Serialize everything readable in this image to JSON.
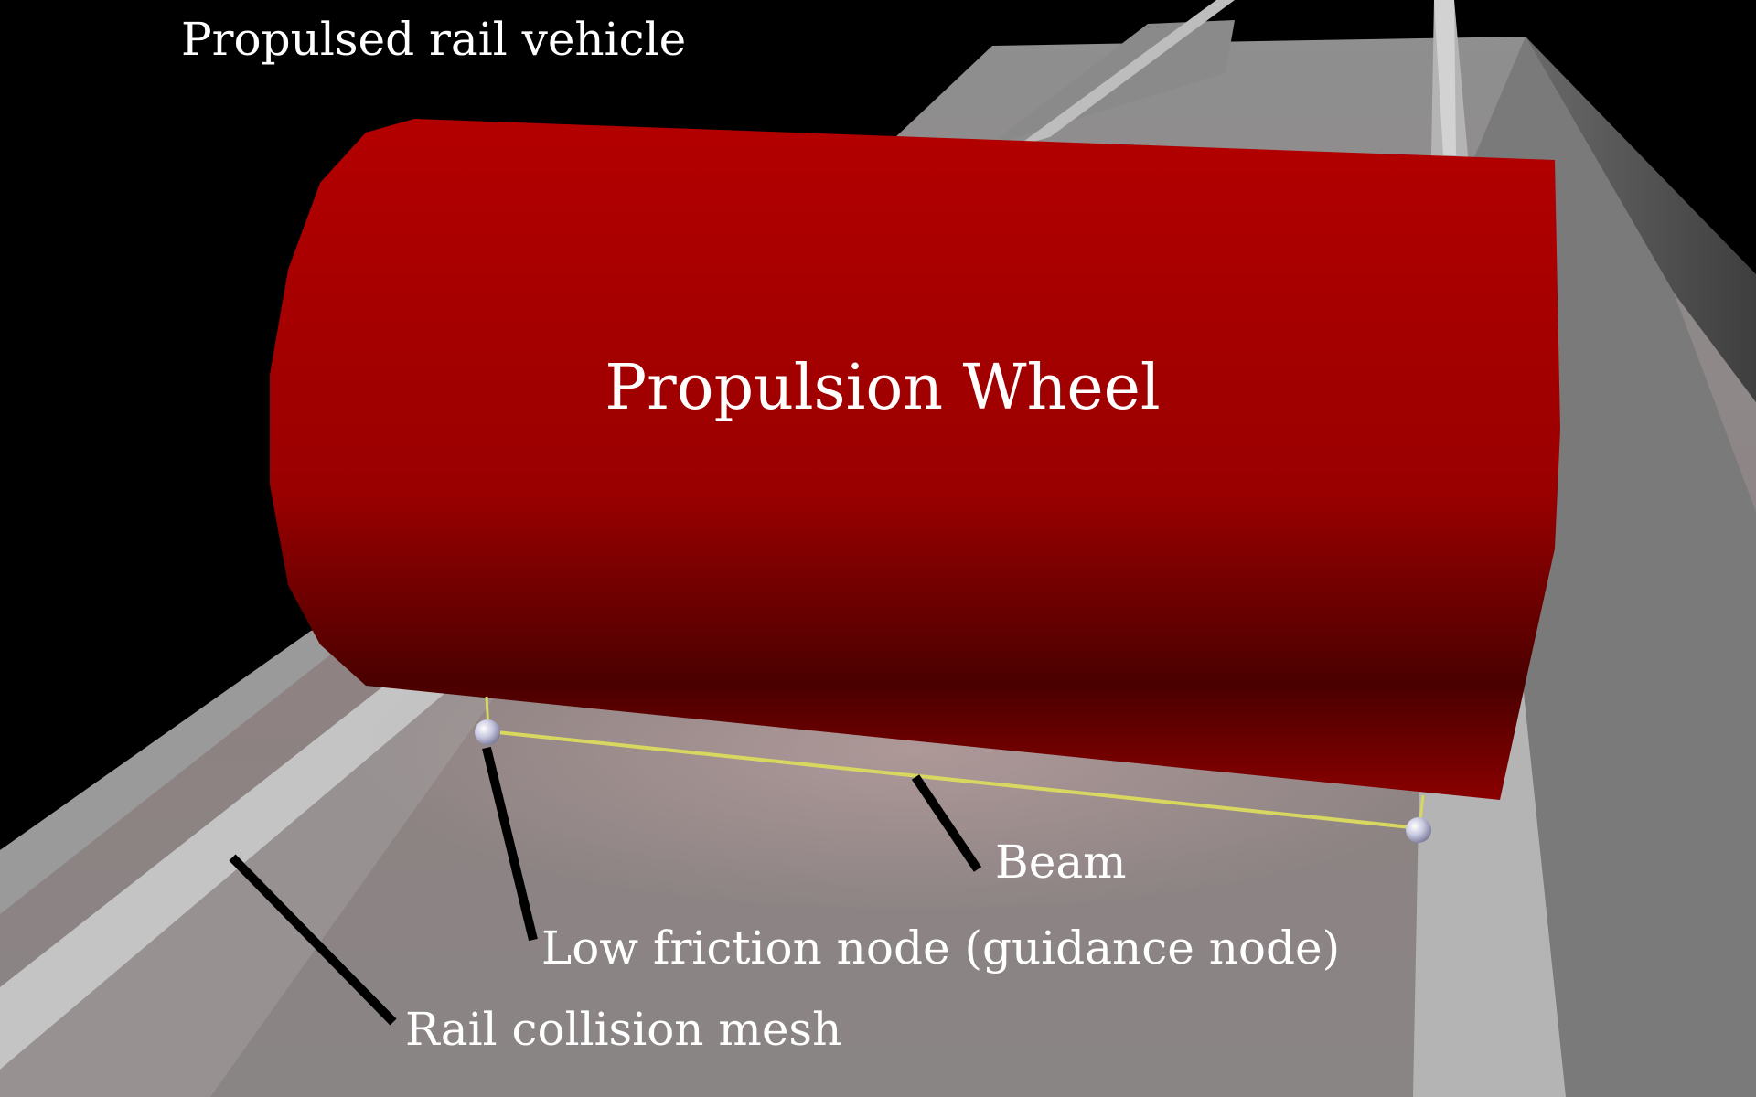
{
  "title": "Propulsed rail vehicle",
  "wheel_label": "Propulsion Wheel",
  "annotations": {
    "beam": "Beam",
    "guidance_node": "Low friction node (guidance node)",
    "rail_mesh": "Rail collision mesh"
  },
  "colors": {
    "background": "#000000",
    "wheel": "#b30000",
    "wheel_shadow": "#4a0000",
    "beam": "#d8d860",
    "node": "#c8c8e0",
    "rail_light": "#c8c8c8",
    "rail_mid": "#8a8a8a",
    "rail_dark": "#555555",
    "text": "#ffffff",
    "leader": "#000000"
  }
}
